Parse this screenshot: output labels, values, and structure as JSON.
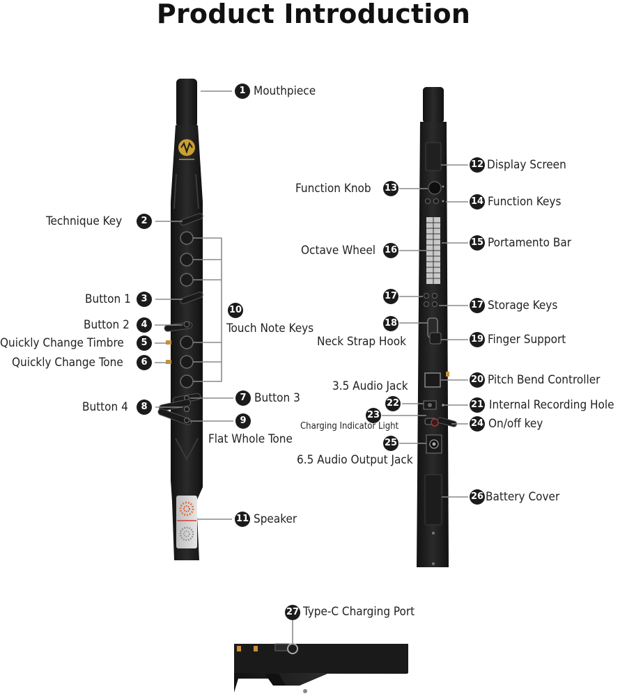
{
  "title": "Product Introduction",
  "callouts": [
    {
      "num": "1",
      "label": "Mouthpiece"
    },
    {
      "num": "2",
      "label": "Technique Key"
    },
    {
      "num": "3",
      "label": "Button 1"
    },
    {
      "num": "4",
      "label": "Button 2"
    },
    {
      "num": "5",
      "label": "Quickly Change Timbre"
    },
    {
      "num": "6",
      "label": "Quickly Change Tone"
    },
    {
      "num": "7",
      "label": "Button 3"
    },
    {
      "num": "8",
      "label": "Button 4"
    },
    {
      "num": "9",
      "label": "Flat Whole Tone"
    },
    {
      "num": "10",
      "label": "Touch Note Keys"
    },
    {
      "num": "11",
      "label": "Speaker"
    },
    {
      "num": "12",
      "label": "Display Screen"
    },
    {
      "num": "13",
      "label": "Function Knob"
    },
    {
      "num": "14",
      "label": "Function Keys"
    },
    {
      "num": "15",
      "label": "Portamento Bar"
    },
    {
      "num": "16",
      "label": "Octave Wheel"
    },
    {
      "num": "17",
      "label": "Storage Keys"
    },
    {
      "num": "18",
      "label": "Neck Strap Hook"
    },
    {
      "num": "19",
      "label": "Finger Support"
    },
    {
      "num": "20",
      "label": "Pitch Bend Controller"
    },
    {
      "num": "21",
      "label": "Internal Recording Hole"
    },
    {
      "num": "22",
      "label": "3.5 Audio Jack"
    },
    {
      "num": "23",
      "label": "Charging Indicator Light"
    },
    {
      "num": "24",
      "label": "On/off key"
    },
    {
      "num": "25",
      "label": "6.5 Audio Output Jack"
    },
    {
      "num": "26",
      "label": "Battery Cover"
    },
    {
      "num": "27",
      "label": "Type-C Charging Port"
    }
  ],
  "badge_17_extra": "17"
}
